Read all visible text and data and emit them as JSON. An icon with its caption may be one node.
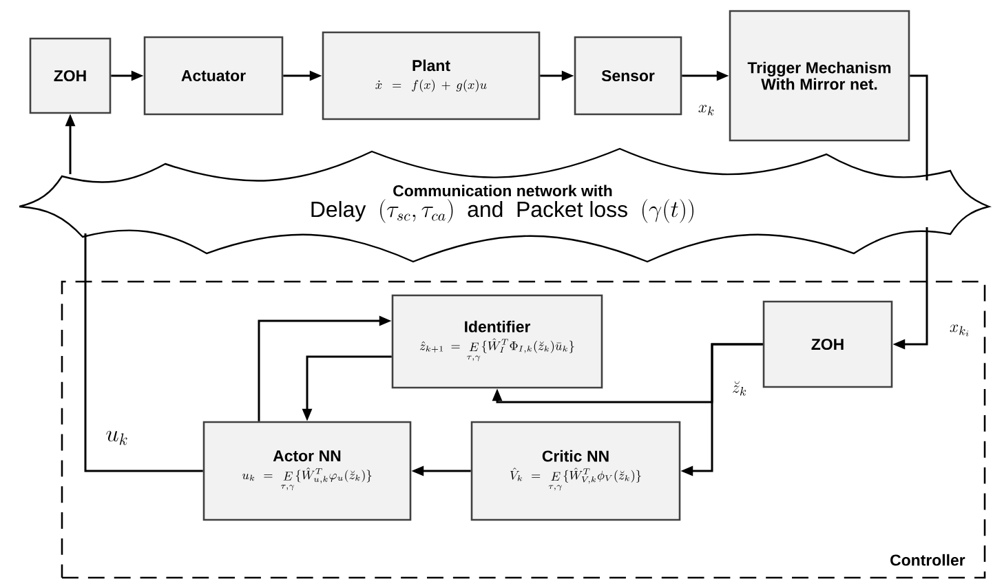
{
  "diagram": {
    "nodes": [
      {
        "text": [
          "ZOH"
        ]
      },
      {
        "text": [
          "Actuator"
        ]
      },
      {
        "text": [
          "Plant",
          "\\dot{x}=f(x)+g(x)u"
        ]
      },
      {
        "text": [
          "Sensor"
        ]
      },
      {
        "text": [
          "Trigger Mechanism With Mirror net."
        ]
      },
      {
        "text": [
          "Communication network with",
          "\\mathrm{Delay}\\ \\ (\\tau_{sc},\\tau_{ca})\\ \\ \\mathrm{and}\\ \\ \\mathrm{Packet\\ loss}\\ \\ (\\gamma(t))"
        ]
      },
      {
        "text": [
          "Controller"
        ]
      },
      {
        "text": [
          "Identifier",
          "\\hat{z}_{k+1}=\\mathop{E}\\limits_{\\tau,\\gamma}\\{\\hat{W}_I^T\\Phi_{I,k}(\\breve{z}_k)\\bar{u}_k\\}"
        ],
        "in": 6
      },
      {
        "text": [
          "ZOH"
        ],
        "in": 6
      },
      {
        "text": [
          "Actor NN",
          "u_k=\\mathop{E}\\limits_{\\tau,\\gamma}\\{\\hat{W}_{u,k}^T\\varphi_u(\\breve{z}_k)\\}"
        ],
        "in": 6
      },
      {
        "text": [
          "Critic NN",
          "\\hat{V}_k=\\mathop{E}\\limits_{\\tau,\\gamma}\\{\\hat{W}_{V,k}^T\\phi_V(\\breve{z}_k)\\}"
        ],
        "in": 6
      }
    ],
    "edges": [
      {
        "from": 0,
        "to": 1,
        "arrow": "to"
      },
      {
        "from": 1,
        "to": 2,
        "arrow": "to"
      },
      {
        "from": 2,
        "to": 3,
        "arrow": "to"
      },
      {
        "from": 3,
        "to": 4,
        "arrow": "to",
        "label": "x_k"
      },
      {
        "from": 4,
        "to": 5,
        "arrow": "none"
      },
      {
        "from": 5,
        "to": 8,
        "arrow": "to",
        "label": "x_{k_i}"
      },
      {
        "from": 8,
        "to": 10,
        "arrow": "to",
        "label": "\\breve{z}_k"
      },
      {
        "from": 8,
        "to": 7,
        "arrow": "to"
      },
      {
        "from": 10,
        "to": 9,
        "arrow": "to"
      },
      {
        "from": 7,
        "to": 9,
        "arrow": "to"
      },
      {
        "from": 9,
        "to": 7,
        "arrow": "to"
      },
      {
        "from": 9,
        "to": 5,
        "arrow": "none",
        "label": "u_k"
      },
      {
        "from": 5,
        "to": 0,
        "arrow": "to"
      }
    ]
  }
}
